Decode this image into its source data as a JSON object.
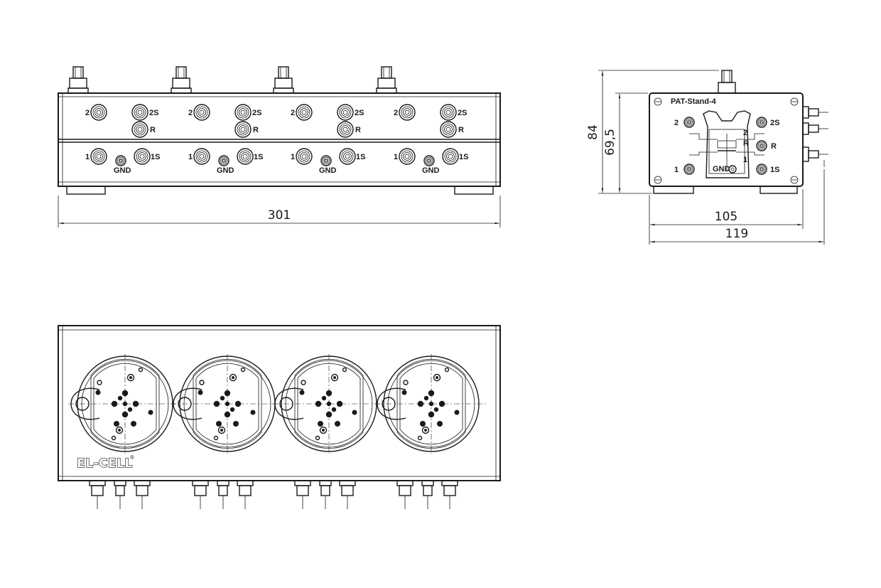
{
  "labels": {
    "contact_2": "2",
    "contact_2s": "2S",
    "contact_r": "R",
    "contact_1": "1",
    "contact_1s": "1S",
    "contact_gnd": "GND",
    "model": "PAT-Stand-4",
    "brand": "EL-CELL",
    "brand_mark": "®"
  },
  "dimensions": {
    "total_length": "301",
    "total_height": "84",
    "body_height": "69,5",
    "body_width": "105",
    "total_width": "119"
  },
  "channels": 4
}
